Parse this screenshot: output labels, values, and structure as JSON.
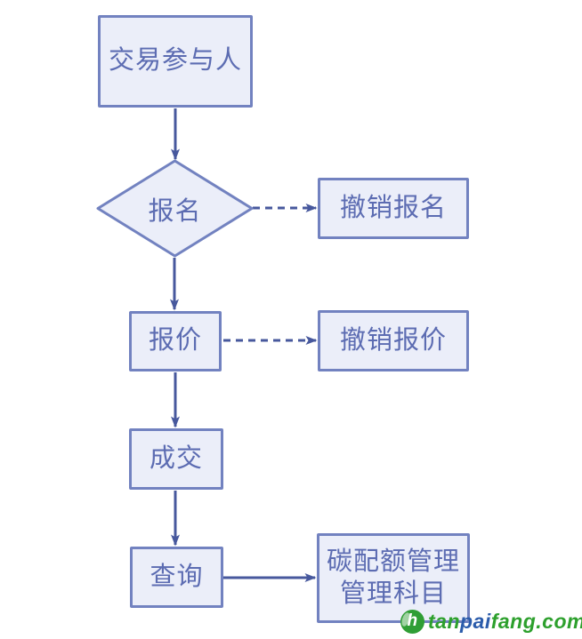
{
  "diagram": {
    "title": "carbon-trading-process-flowchart",
    "nodes": {
      "participant": "交易参与人",
      "register": "报名",
      "cancel_register": "撤销报名",
      "quote": "报价",
      "cancel_quote": "撤销报价",
      "deal": "成交",
      "query": "查询",
      "carbon_line1": "碳配额管理",
      "carbon_line2": "管理科目"
    },
    "edges": [
      {
        "from": "participant",
        "to": "register",
        "style": "solid"
      },
      {
        "from": "register",
        "to": "cancel_register",
        "style": "dashed"
      },
      {
        "from": "register",
        "to": "quote",
        "style": "solid"
      },
      {
        "from": "quote",
        "to": "cancel_quote",
        "style": "dashed"
      },
      {
        "from": "quote",
        "to": "deal",
        "style": "solid"
      },
      {
        "from": "deal",
        "to": "query",
        "style": "solid"
      },
      {
        "from": "query",
        "to": "carbon",
        "style": "solid"
      }
    ],
    "colors": {
      "node_fill": "#ebeef9",
      "node_border": "#7282c0",
      "node_text": "#5c6cb2",
      "arrow": "#47589d",
      "background": "#ffffff"
    }
  },
  "watermark": {
    "icon": "tanpaifang-logo-icon",
    "icon_letter": "h",
    "text_tan": "tan",
    "text_pai": "pai",
    "text_fang": "fang.com",
    "color_green": "#2da02d",
    "color_blue": "#2b5cab"
  }
}
